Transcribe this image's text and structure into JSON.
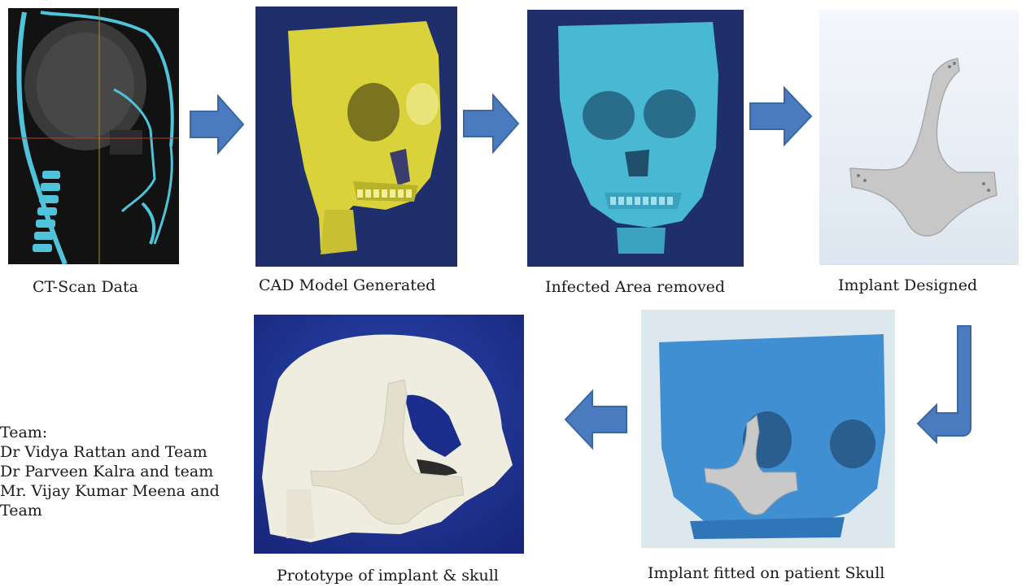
{
  "steps": [
    {
      "id": "ct-scan",
      "caption": "CT-Scan Data"
    },
    {
      "id": "cad-model",
      "caption": "CAD Model Generated"
    },
    {
      "id": "infected-removed",
      "caption": "Infected Area removed"
    },
    {
      "id": "implant-designed",
      "caption": "Implant Designed"
    },
    {
      "id": "implant-fitted",
      "caption": "Implant fitted on patient Skull"
    },
    {
      "id": "prototype",
      "caption": "Prototype of implant & skull"
    }
  ],
  "team": {
    "heading": "Team:",
    "lines": [
      "Dr Vidya Rattan and Team",
      "Dr Parveen Kalra and team",
      "Mr. Vijay Kumar Meena and",
      "Team"
    ]
  },
  "colors": {
    "arrow": "#4a7bbf",
    "arrow_stroke": "#3a67a4",
    "ct_bg": "#0d0d0d",
    "ct_bone": "#4fc3d9",
    "cad_bg": "#1f2f6b",
    "cad_skull": "#d9d23a",
    "infected_bg": "#1f2f6b",
    "infected_skull": "#49b8d3",
    "implant_bg": "#e6ecf4",
    "implant": "#c7c7c7",
    "fitted_bg": "#dde7ee",
    "fitted_skull": "#3f8fd2",
    "prototype_bg": "#1a2c8c",
    "prototype_skull": "#efece0"
  }
}
